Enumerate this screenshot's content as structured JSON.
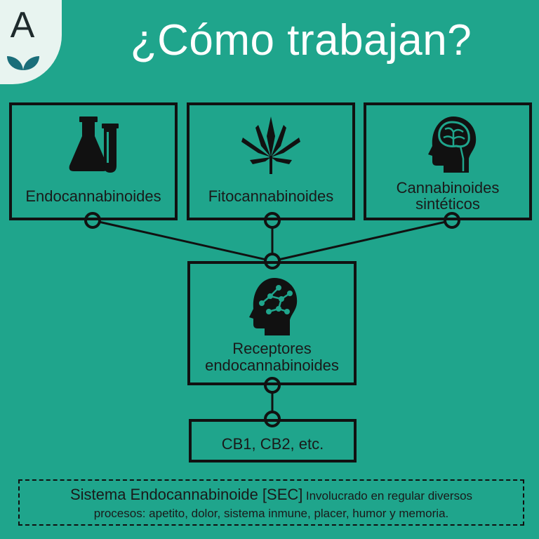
{
  "logo": {
    "letter": "A",
    "icon": "leaves-icon"
  },
  "title": "¿Cómo trabajan?",
  "sources": [
    {
      "label": "Endocannabinoides",
      "icon": "lab-flasks-icon"
    },
    {
      "label": "Fitocannabinoides",
      "icon": "cannabis-leaf-icon"
    },
    {
      "label_line1": "Cannabinoides",
      "label_line2": "sintéticos",
      "icon": "brain-head-icon"
    }
  ],
  "receptors": {
    "label_line1": "Receptores",
    "label_line2": "endocannabinoides",
    "icon": "neural-head-icon"
  },
  "types": {
    "label": "CB1, CB2, etc."
  },
  "sec": {
    "title": "Sistema Endocannabinoide [SEC]",
    "text_part1": "Involucrado en regular diversos",
    "text_part2": "procesos: apetito, dolor, sistema inmune, placer, humor y memoria."
  },
  "colors": {
    "background": "#1fa58c",
    "line": "#111111",
    "title": "#ffffff"
  }
}
